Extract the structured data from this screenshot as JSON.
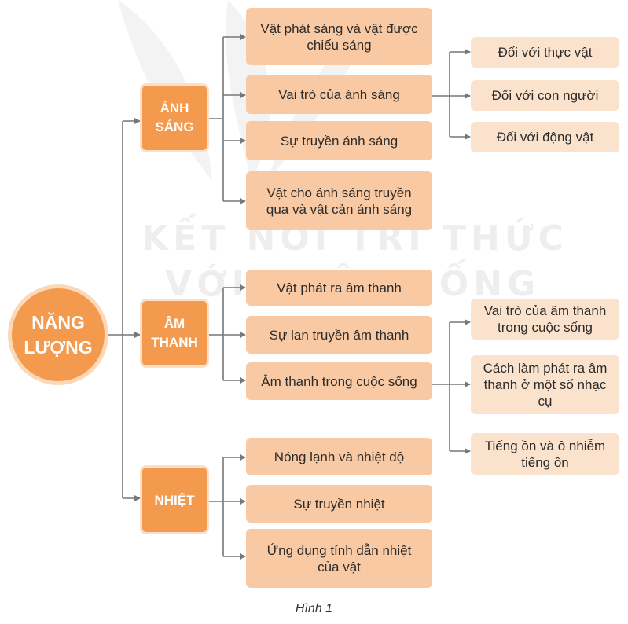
{
  "root": {
    "label": "NĂNG LƯỢNG"
  },
  "branches": [
    {
      "label": "ÁNH SÁNG",
      "children": [
        {
          "label": "Vật phát sáng và vật được chiếu sáng"
        },
        {
          "label": "Vai trò của ánh sáng",
          "children": [
            {
              "label": "Đối với thực vật"
            },
            {
              "label": "Đối với con người"
            },
            {
              "label": "Đối với động vật"
            }
          ]
        },
        {
          "label": "Sự truyền ánh sáng"
        },
        {
          "label": "Vật cho ánh sáng truyền qua và vật cản ánh sáng"
        }
      ]
    },
    {
      "label": "ÂM THANH",
      "children": [
        {
          "label": "Vật phát ra âm thanh"
        },
        {
          "label": "Sự lan truyền âm thanh"
        },
        {
          "label": "Âm thanh trong cuộc sống",
          "children": [
            {
              "label": "Vai trò của âm thanh trong cuộc sống"
            },
            {
              "label": "Cách làm phát ra âm thanh ở một số nhạc cụ"
            },
            {
              "label": "Tiếng ồn và ô nhiễm tiếng ồn"
            }
          ]
        }
      ]
    },
    {
      "label": "NHIỆT",
      "children": [
        {
          "label": "Nóng lạnh và nhiệt độ"
        },
        {
          "label": "Sự truyền nhiệt"
        },
        {
          "label": "Ứng dụng tính dẫn nhiệt của vật"
        }
      ]
    }
  ],
  "watermark": {
    "line1": "KẾT NỐI TRI THỨC",
    "line2": "VỚI CUỘC SỐNG"
  },
  "caption": "Hình 1",
  "colors": {
    "root": "#f39a4f",
    "level1": "#f39a4f",
    "level2": "#f8c9a2",
    "level3": "#fbe2cc",
    "connector": "#777777"
  }
}
